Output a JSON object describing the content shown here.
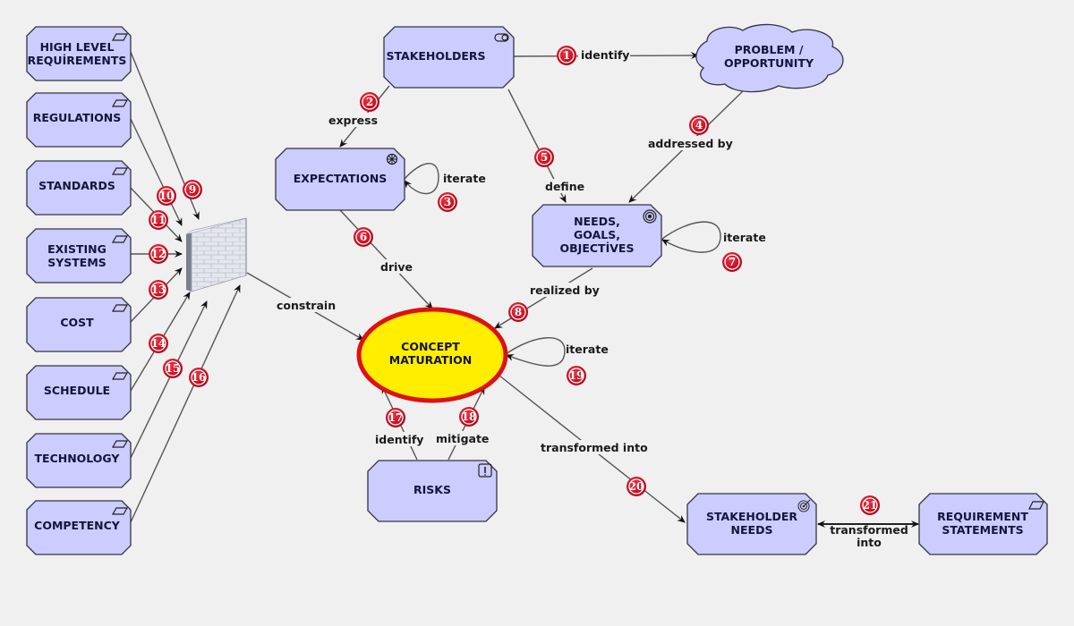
{
  "diagram": {
    "colors": {
      "background": "#f0f0f0",
      "node_fill": "#ccccff",
      "node_stroke": "#333344",
      "focus_fill": "#ffee00",
      "focus_stroke": "#dd1111",
      "badge": "#cc0f1e",
      "edge": "#555555"
    },
    "nodes": {
      "high_level_requirements": {
        "label": [
          "HIGH LEVEL",
          "REQUİREMENTS"
        ],
        "icon": "parallelogram-icon"
      },
      "regulations": {
        "label": [
          "REGULATIONS"
        ],
        "icon": "parallelogram-icon"
      },
      "standards": {
        "label": [
          "STANDARDS"
        ],
        "icon": "parallelogram-icon"
      },
      "existing_systems": {
        "label": [
          "EXISTING",
          "SYSTEMS"
        ],
        "icon": "parallelogram-icon"
      },
      "cost": {
        "label": [
          "COST"
        ],
        "icon": "parallelogram-icon"
      },
      "schedule": {
        "label": [
          "SCHEDULE"
        ],
        "icon": "parallelogram-icon"
      },
      "technology": {
        "label": [
          "TECHNOLOGY"
        ],
        "icon": "parallelogram-icon"
      },
      "competency": {
        "label": [
          "COMPETENCY"
        ],
        "icon": "parallelogram-icon"
      },
      "constraint_wall": {
        "icon": "brick-wall-icon"
      },
      "stakeholders": {
        "label": [
          "STAKEHOLDERS"
        ],
        "icon": "toggle-icon"
      },
      "problem_opportunity": {
        "label": [
          "PROBLEM /",
          "OPPORTUNITY"
        ],
        "shape": "cloud"
      },
      "expectations": {
        "label": [
          "EXPECTATIONS"
        ],
        "icon": "wheel-icon"
      },
      "needs_goals_objectives": {
        "label": [
          "NEEDS,",
          "GOALS,",
          "OBJECTİVES"
        ],
        "icon": "target-icon"
      },
      "concept_maturation": {
        "label": [
          "CONCEPT",
          "MATURATION"
        ],
        "shape": "ellipse"
      },
      "risks": {
        "label": [
          "RISKS"
        ],
        "icon": "exclamation-icon"
      },
      "stakeholder_needs": {
        "label": [
          "STAKEHOLDER",
          "NEEDS"
        ],
        "icon": "dartboard-icon"
      },
      "requirement_statements": {
        "label": [
          "REQUIREMENT",
          "STATEMENTS"
        ],
        "icon": "parallelogram-icon"
      }
    },
    "edges": [
      {
        "step": "1",
        "from": "STAKEHOLDERS",
        "to": "PROBLEM / OPPORTUNITY",
        "label": "identify"
      },
      {
        "step": "2",
        "from": "STAKEHOLDERS",
        "to": "EXPECTATIONS",
        "label": "express"
      },
      {
        "step": "3",
        "from": "EXPECTATIONS",
        "to": "EXPECTATIONS",
        "label": "iterate"
      },
      {
        "step": "4",
        "from": "PROBLEM / OPPORTUNITY",
        "to": "NEEDS, GOALS, OBJECTİVES",
        "label": "addressed by"
      },
      {
        "step": "5",
        "from": "STAKEHOLDERS",
        "to": "NEEDS, GOALS, OBJECTİVES",
        "label": "define"
      },
      {
        "step": "6",
        "from": "EXPECTATIONS",
        "to": "CONCEPT MATURATION",
        "label": "drive"
      },
      {
        "step": "7",
        "from": "NEEDS, GOALS, OBJECTİVES",
        "to": "NEEDS, GOALS, OBJECTİVES",
        "label": "iterate"
      },
      {
        "step": "8",
        "from": "NEEDS, GOALS, OBJECTİVES",
        "to": "CONCEPT MATURATION",
        "label": "realized by"
      },
      {
        "step": "9",
        "from": "HIGH LEVEL REQUİREMENTS",
        "to": "wall",
        "label": ""
      },
      {
        "step": "10",
        "from": "REGULATIONS",
        "to": "wall",
        "label": ""
      },
      {
        "step": "11",
        "from": "STANDARDS",
        "to": "wall",
        "label": ""
      },
      {
        "step": "12",
        "from": "EXISTING SYSTEMS",
        "to": "wall",
        "label": ""
      },
      {
        "step": "13",
        "from": "COST",
        "to": "wall",
        "label": ""
      },
      {
        "step": "14",
        "from": "SCHEDULE",
        "to": "wall",
        "label": ""
      },
      {
        "step": "15",
        "from": "TECHNOLOGY",
        "to": "wall",
        "label": ""
      },
      {
        "step": "16",
        "from": "COMPETENCY",
        "to": "wall",
        "label": ""
      },
      {
        "step": "",
        "from": "wall",
        "to": "CONCEPT MATURATION",
        "label": "constrain"
      },
      {
        "step": "17",
        "from": "RISKS",
        "to": "CONCEPT MATURATION",
        "label": "identify"
      },
      {
        "step": "18",
        "from": "RISKS",
        "to": "CONCEPT MATURATION",
        "label": "mitigate"
      },
      {
        "step": "19",
        "from": "CONCEPT MATURATION",
        "to": "CONCEPT MATURATION",
        "label": "iterate"
      },
      {
        "step": "20",
        "from": "CONCEPT MATURATION",
        "to": "STAKEHOLDER NEEDS",
        "label": "transformed into"
      },
      {
        "step": "21",
        "from": "STAKEHOLDER NEEDS",
        "to": "REQUIREMENT STATEMENTS",
        "label": "transformed into"
      }
    ],
    "labels": {
      "identify": "identify",
      "express": "express",
      "iterate": "iterate",
      "addressed_by": "addressed by",
      "define": "define",
      "drive": "drive",
      "realized_by": "realized by",
      "constrain": "constrain",
      "identify_risks": "identify",
      "mitigate": "mitigate",
      "transformed_into": "transformed into",
      "transformed": "transformed",
      "into": "into"
    }
  }
}
